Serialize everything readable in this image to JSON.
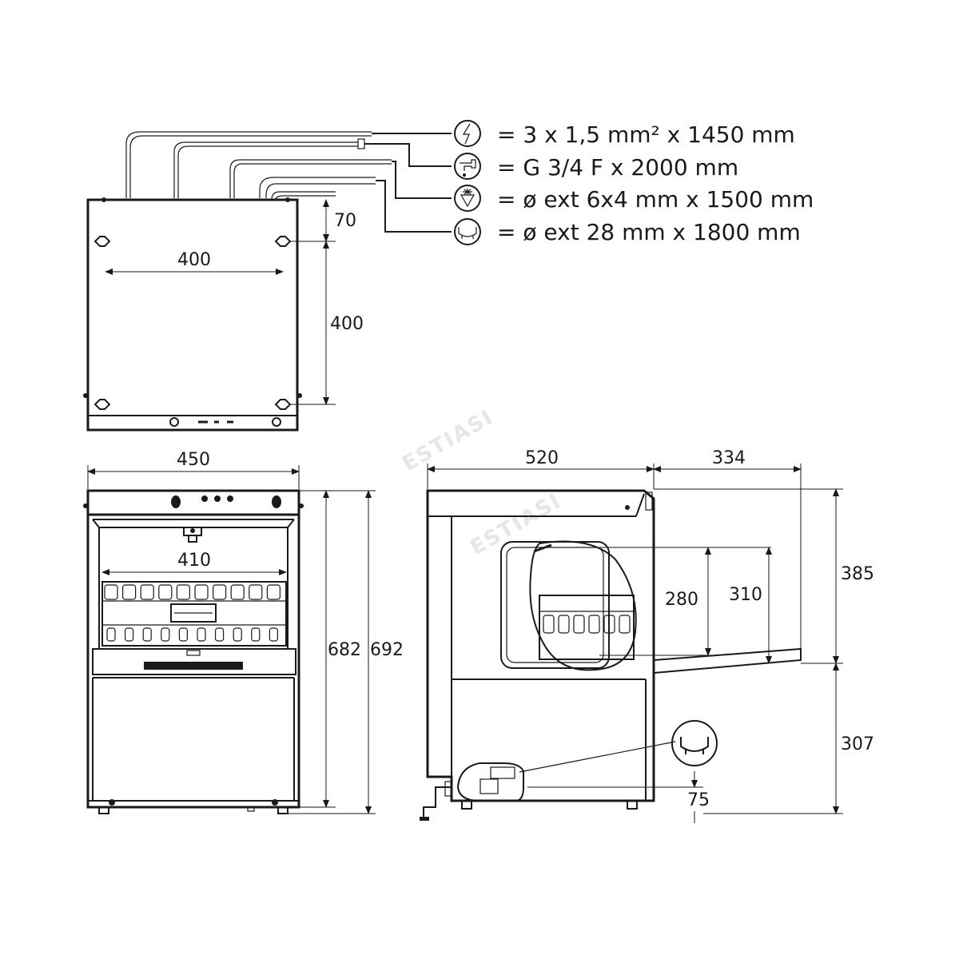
{
  "watermark": "ESTIASI",
  "connections": [
    {
      "icon": "power-icon",
      "text": "= 3 x 1,5 mm² x 1450 mm"
    },
    {
      "icon": "water-inlet-icon",
      "text": "= G 3/4 F x 2000 mm"
    },
    {
      "icon": "detergent-icon",
      "text": "= ø ext 6x4 mm x 1500 mm"
    },
    {
      "icon": "drain-icon",
      "text": "= ø ext 28 mm x 1800 mm"
    }
  ],
  "dimensions": {
    "back_hole_spacing": "400",
    "back_top_offset": "70",
    "back_hole_vertical": "400",
    "front_width": "450",
    "basket_width": "410",
    "height_body": "682",
    "height_total": "692",
    "side_depth": "520",
    "door_open_depth": "334",
    "upper_height": "385",
    "lower_height": "307",
    "inner_280": "280",
    "inner_310": "310",
    "drain_height": "75"
  }
}
